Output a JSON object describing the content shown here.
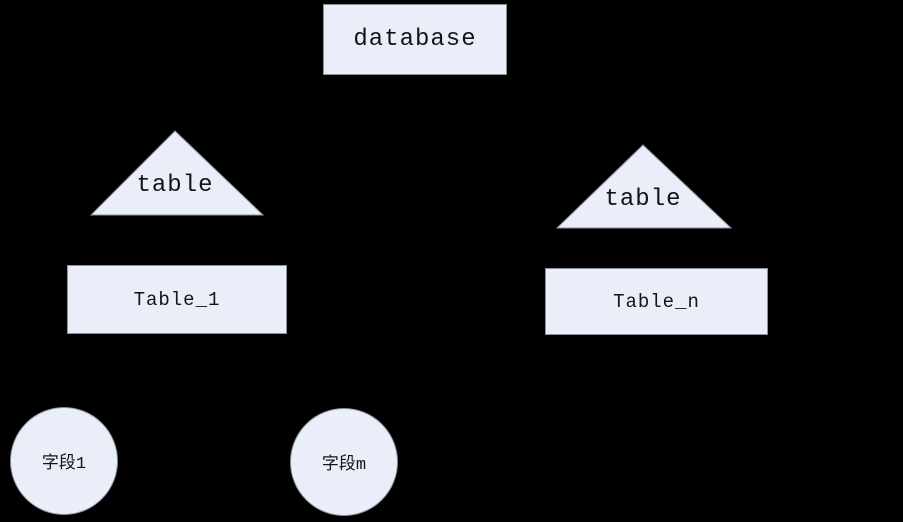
{
  "diagram": {
    "colors": {
      "background": "#000000",
      "shape_fill": "#e9eef8",
      "shape_border": "#8b939e",
      "text_color": "#141414"
    },
    "nodes": {
      "database": {
        "shape": "rectangle",
        "label": "database"
      },
      "table_type_left": {
        "shape": "triangle",
        "label": "table"
      },
      "table_type_right": {
        "shape": "triangle",
        "label": "table"
      },
      "table_1": {
        "shape": "rectangle",
        "label": "Table_1"
      },
      "table_n": {
        "shape": "rectangle",
        "label": "Table_n"
      },
      "field_1": {
        "shape": "circle",
        "label": "字段1"
      },
      "field_m": {
        "shape": "circle",
        "label": "字段m"
      }
    }
  }
}
